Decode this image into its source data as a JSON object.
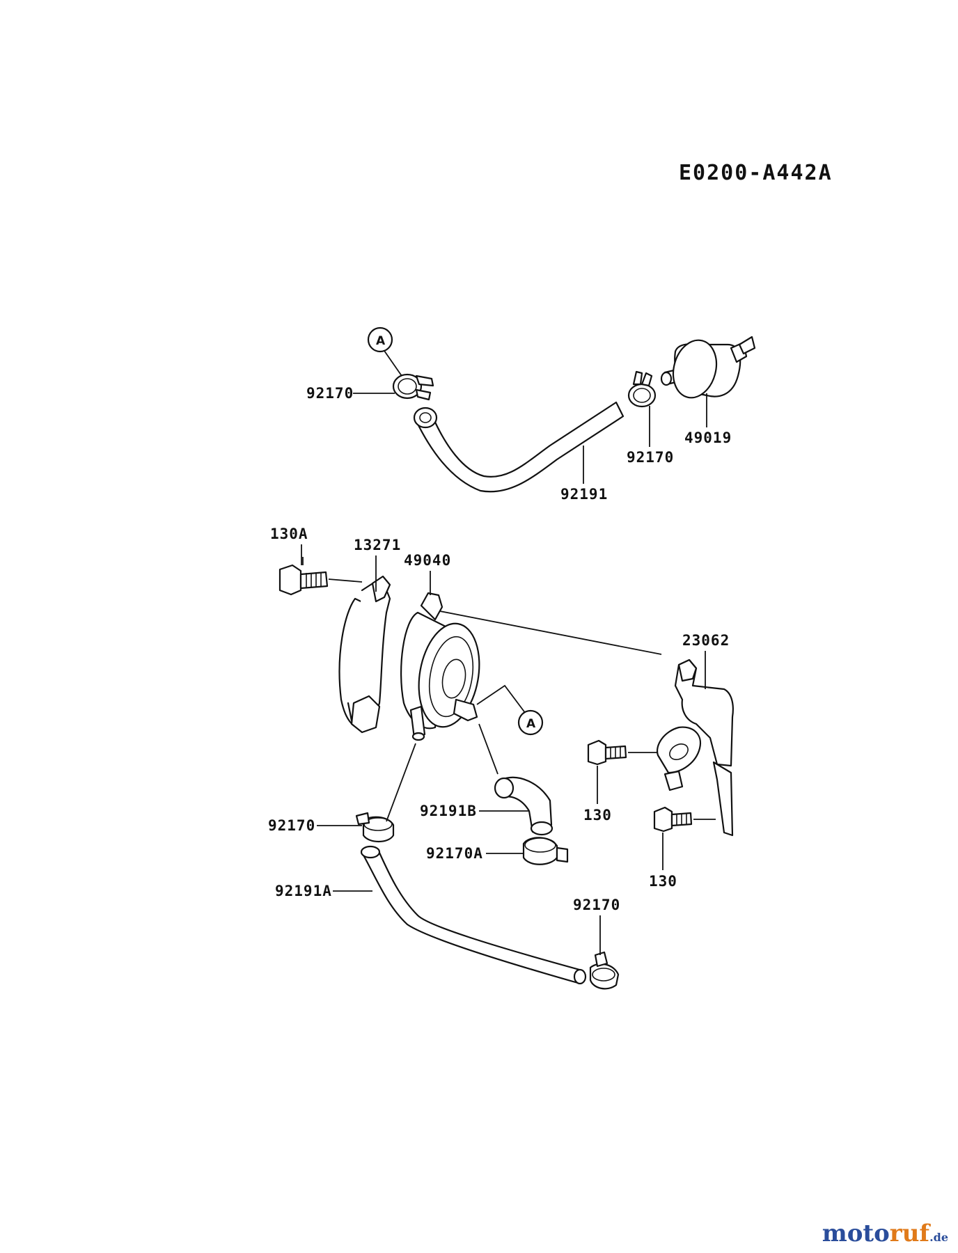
{
  "diagram": {
    "code": "E0200-A442A",
    "ref_marker": "A",
    "labels": {
      "clamp_top_left": "92170",
      "clamp_top_right": "92170",
      "filter": "49019",
      "hose_top": "92191",
      "bolt_130a": "130A",
      "cover": "13271",
      "pump": "49040",
      "bracket": "23062",
      "bolt_130_upper": "130",
      "bolt_130_lower": "130",
      "clamp_left": "92170",
      "hose_b": "92191B",
      "clamp_a": "92170A",
      "hose_a": "92191A",
      "clamp_bottom": "92170"
    }
  },
  "watermark": {
    "part1": "moto",
    "part2": "ruf",
    "part3": ".de"
  }
}
